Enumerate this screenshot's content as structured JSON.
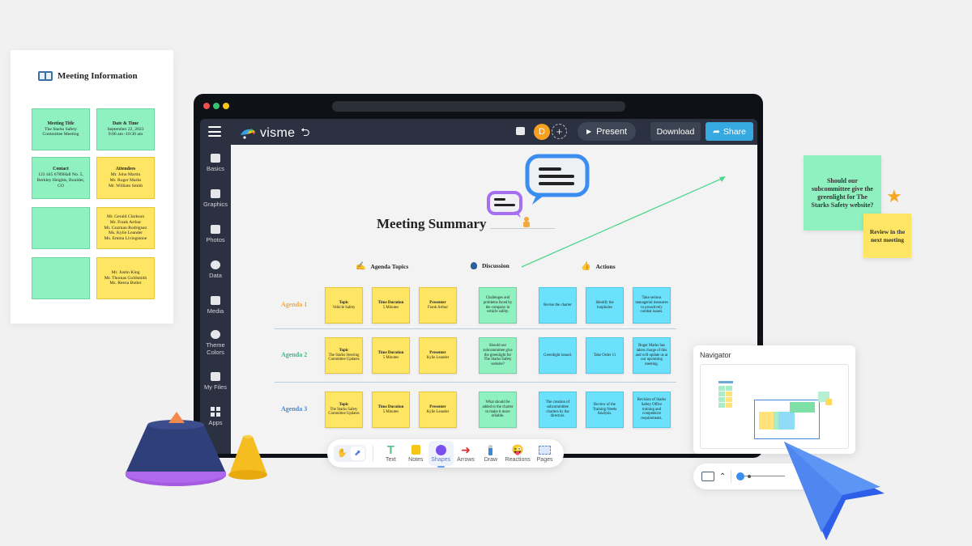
{
  "meeting_info_doc": {
    "title": "Meeting Information",
    "title_icon": "book-icon",
    "cards": [
      {
        "color": "green",
        "heading": "Meeting Title",
        "lines": [
          "The Starks Safety",
          "Committee Meeting"
        ]
      },
      {
        "color": "green",
        "heading": "Date & Time",
        "lines": [
          "September 22, 2023",
          "9:00 am -10:30 am"
        ]
      },
      {
        "color": "green",
        "heading": "Contact",
        "lines": [
          "123 445 6789Hall No. 5,",
          "Berkley Heights, Boulder,",
          "CO"
        ]
      },
      {
        "color": "yellow",
        "heading": "Attendees",
        "lines": [
          "Mr. John Martin",
          "Mr. Roger Marks",
          "Mr. William Smith"
        ]
      },
      {
        "color": "green",
        "heading": "",
        "lines": []
      },
      {
        "color": "yellow",
        "heading": "",
        "lines": [
          "Mr. Gerald Clarkson",
          "Mr. Frank Arthur",
          "Mr. Guzman Rodriguez",
          "Ms. Kylie Leander",
          "Ms. Emma Livingstone"
        ]
      },
      {
        "color": "green",
        "heading": "",
        "lines": []
      },
      {
        "color": "yellow",
        "heading": "",
        "lines": [
          "Mr. Justin King",
          "Mr. Thomas Goldsmith",
          "Ms. Reena Butler"
        ]
      }
    ]
  },
  "app": {
    "logo_text": "visme",
    "avatar_initial": "D",
    "present_label": "Present",
    "download_label": "Download",
    "share_label": "Share",
    "sidebar": [
      {
        "label": "Basics",
        "icon": "basics-icon"
      },
      {
        "label": "Graphics",
        "icon": "graphics-icon"
      },
      {
        "label": "Photos",
        "icon": "photos-icon"
      },
      {
        "label": "Data",
        "icon": "data-pie-icon"
      },
      {
        "label": "Media",
        "icon": "media-icon"
      },
      {
        "label": "Theme Colors",
        "icon": "palette-icon"
      },
      {
        "label": "My Files",
        "icon": "folder-icon"
      },
      {
        "label": "Apps",
        "icon": "apps-grid-icon"
      }
    ]
  },
  "canvas": {
    "title": "Meeting Summary",
    "columns": {
      "agenda_topics": "Agenda Topics",
      "discussion": "Discussion",
      "actions": "Actions"
    },
    "rows": [
      {
        "label": "Agenda 1",
        "label_color": "#f2a93b",
        "topic": {
          "heading": "Topic",
          "text": "Vehicle Safety"
        },
        "duration": {
          "heading": "Time Duration",
          "text": "5 Minutes"
        },
        "presenter": {
          "heading": "Presenter",
          "text": "Frank Arthur"
        },
        "discussion": "Challenges and problems faced by the company in vehicle safety.",
        "actions": [
          "Revise the charter",
          "Identify the loopholes",
          "Take serious managerial measures to proactively combat issues."
        ]
      },
      {
        "label": "Agenda 2",
        "label_color": "#3fb87f",
        "topic": {
          "heading": "Topic",
          "text": "The Starks Steering Committee Updates"
        },
        "duration": {
          "heading": "Time Duration",
          "text": "5 Minutes"
        },
        "presenter": {
          "heading": "Presenter",
          "text": "Kylie Leander"
        },
        "discussion": "Should our subcommittee give the greenlight for The Starks Safety website?",
        "actions": [
          "Greenlight issued.",
          "Take Order 11",
          "Roger Marks has taken charge of this and will update us at our upcoming meeting."
        ]
      },
      {
        "label": "Agenda 3",
        "label_color": "#4a86cf",
        "topic": {
          "heading": "Topic",
          "text": "The Starks Safety Committee Updates"
        },
        "duration": {
          "heading": "Time Duration",
          "text": "5 Minutes"
        },
        "presenter": {
          "heading": "Presenter",
          "text": "Kylie Leander"
        },
        "discussion": "What should be added to the charter to make it more reliable.",
        "actions": [
          "The creation of subcommittee charters by the directors.",
          "Review of the Training Needs Analysis.",
          "Revision of Starks Safety Office training and competence requirements."
        ]
      }
    ]
  },
  "toolbar": {
    "tools": [
      {
        "label": "Text",
        "icon": "text-t-icon"
      },
      {
        "label": "Notes",
        "icon": "sticky-note-icon"
      },
      {
        "label": "Shapes",
        "icon": "circle-shape-icon",
        "active": true
      },
      {
        "label": "Arrows",
        "icon": "arrow-right-icon"
      },
      {
        "label": "Draw",
        "icon": "pen-draw-icon"
      },
      {
        "label": "Reactions",
        "icon": "emoji-icon"
      },
      {
        "label": "Pages",
        "icon": "pages-icon"
      }
    ]
  },
  "floating_notes": {
    "green": "Should our subcommittee give the greenlight for The Starks Safety website?",
    "yellow": "Review in the next meeting"
  },
  "navigator": {
    "title": "Navigator"
  },
  "colors": {
    "green_note": "#8ff0c0",
    "yellow_note": "#ffe564",
    "blue_note": "#6be1fb",
    "share_button": "#36a9e1",
    "avatar": "#f6a021",
    "app_dark": "#2b3140"
  }
}
